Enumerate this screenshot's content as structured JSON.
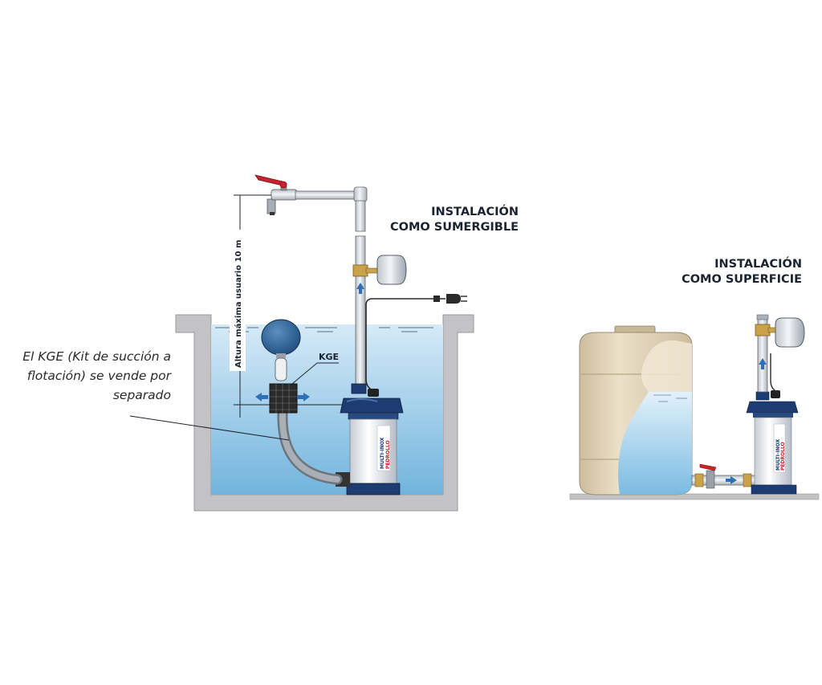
{
  "titles": {
    "submersible_line1": "INSTALACIÓN",
    "submersible_line2": "COMO SUMERGIBLE",
    "surface_line1": "INSTALACIÓN",
    "surface_line2": "COMO SUPERFICIE"
  },
  "labels": {
    "max_height": "Altura máxima usuario 10 m",
    "kge": "KGE"
  },
  "note": {
    "line1": "El KGE (Kit de succión a",
    "line2": "flotación) se vende por",
    "line3": "separado"
  },
  "pump_brand": {
    "line1": "MULTI-INOX",
    "line2": "PEDROLLO"
  },
  "colors": {
    "water_top": "#cfe6f5",
    "water_bottom": "#6fb2dc",
    "wall": "#c2c2c4",
    "pump_blue": "#1d3c72",
    "valve_red": "#c8232c",
    "tank": "#e3d4bb",
    "pipe": "#d9dde3"
  },
  "icons": [
    "faucet-icon",
    "pressure-vessel-icon",
    "power-plug-icon",
    "flow-arrow-icon",
    "float-ball-icon",
    "ball-valve-icon"
  ]
}
